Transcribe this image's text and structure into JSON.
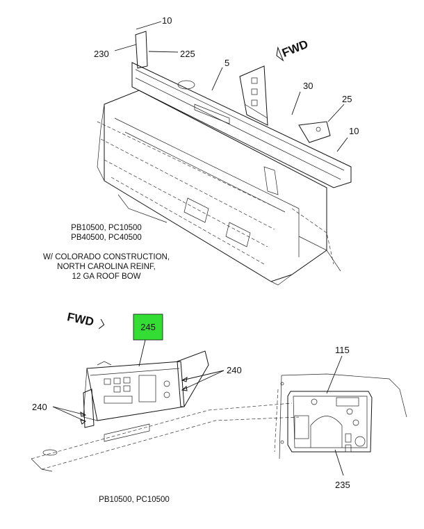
{
  "callouts": {
    "c10a": "10",
    "c230": "230",
    "c225": "225",
    "c5": "5",
    "c30": "30",
    "c25": "25",
    "c10b": "10",
    "c245": "245",
    "c240a": "240",
    "c240b": "240",
    "c115": "115",
    "c235": "235"
  },
  "fwd_top": "FWD",
  "fwd_bottom": "FWD",
  "notes": {
    "models_top_line1": "PB10500, PC10500",
    "models_top_line2": "PB40500, PC40500",
    "condition_line1": "W/ COLORADO CONSTRUCTION,",
    "condition_line2": "NORTH CAROLINA REINF,",
    "condition_line3": "12 GA ROOF BOW",
    "models_bottom": "PB10500, PC10500"
  },
  "colors": {
    "highlight": "#33dd33",
    "line": "#111111"
  }
}
